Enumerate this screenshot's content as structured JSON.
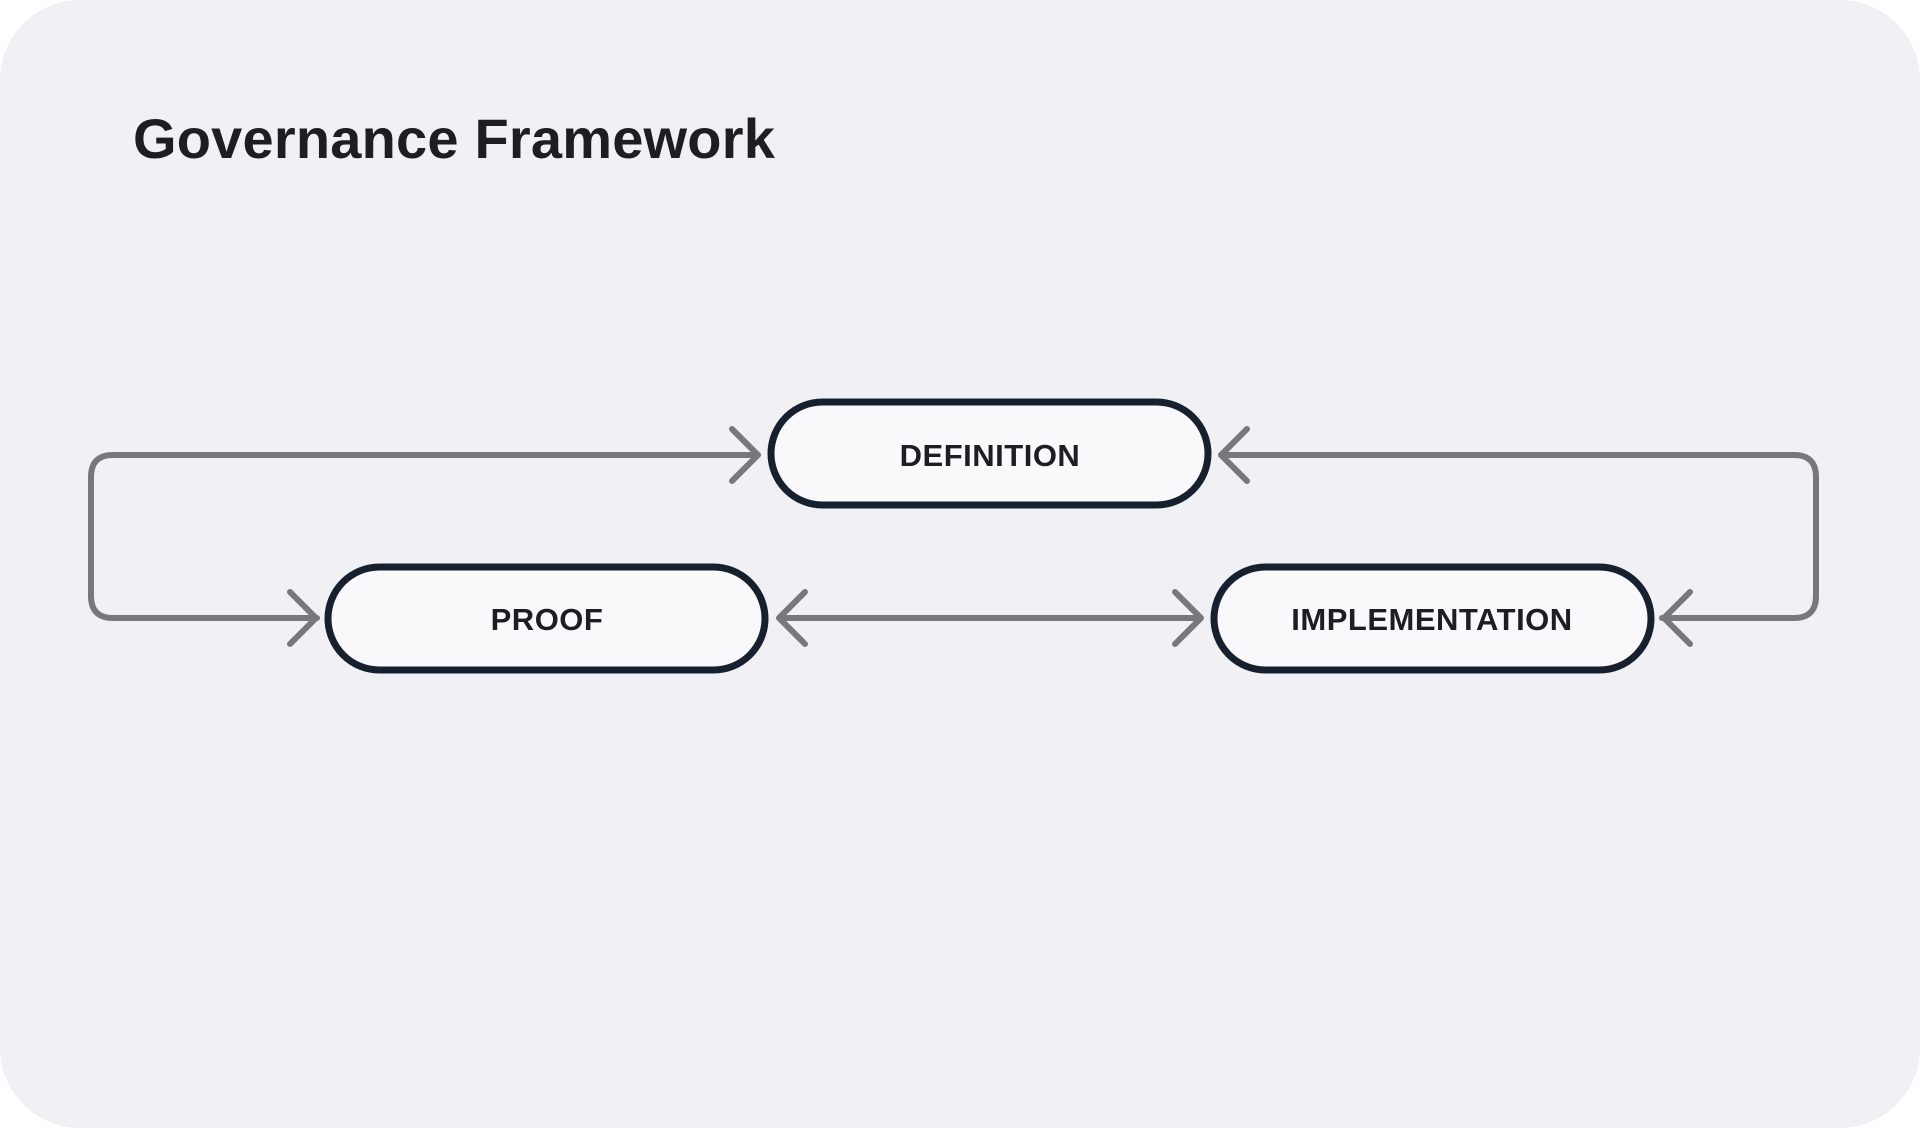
{
  "title": "Governance Framework",
  "nodes": {
    "definition": "DEFINITION",
    "proof": "PROOF",
    "implementation": "IMPLEMENTATION"
  },
  "colors": {
    "background": "#f1f1f5",
    "node_fill": "#f9f9fc",
    "node_border": "#17202e",
    "connector": "#77777c",
    "text": "#1d1d22"
  }
}
